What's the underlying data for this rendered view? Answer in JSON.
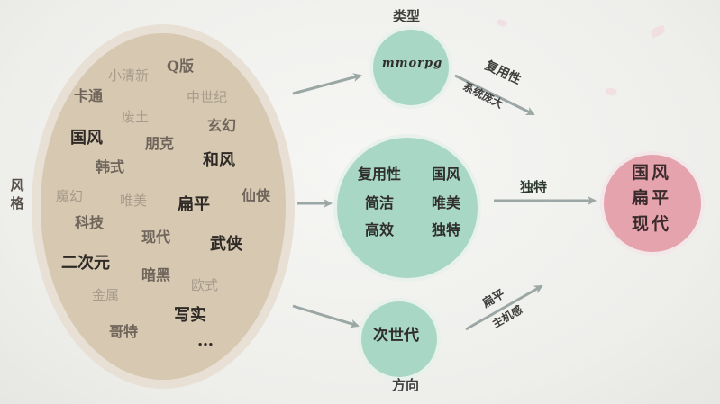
{
  "side_label": {
    "line1": "风",
    "line2": "格"
  },
  "styles": [
    {
      "text": "小清新",
      "tone": "faint"
    },
    {
      "text": "Q版",
      "tone": "mid"
    },
    {
      "text": "卡通",
      "tone": "mid"
    },
    {
      "text": "中世纪",
      "tone": "faint"
    },
    {
      "text": "废土",
      "tone": "faint"
    },
    {
      "text": "玄幻",
      "tone": "mid"
    },
    {
      "text": "国风",
      "tone": "strong"
    },
    {
      "text": "朋克",
      "tone": "mid"
    },
    {
      "text": "韩式",
      "tone": "mid"
    },
    {
      "text": "和风",
      "tone": "strong"
    },
    {
      "text": "魔幻",
      "tone": "faint"
    },
    {
      "text": "唯美",
      "tone": "faint"
    },
    {
      "text": "扁平",
      "tone": "strong"
    },
    {
      "text": "仙侠",
      "tone": "mid"
    },
    {
      "text": "科技",
      "tone": "mid"
    },
    {
      "text": "现代",
      "tone": "mid"
    },
    {
      "text": "武侠",
      "tone": "strong"
    },
    {
      "text": "二次元",
      "tone": "strong"
    },
    {
      "text": "暗黑",
      "tone": "mid"
    },
    {
      "text": "欧式",
      "tone": "faint"
    },
    {
      "text": "金属",
      "tone": "faint"
    },
    {
      "text": "写实",
      "tone": "strong"
    },
    {
      "text": "哥特",
      "tone": "mid"
    },
    {
      "text": "…",
      "tone": "strong"
    }
  ],
  "type_node": {
    "label": "类型",
    "text": "mmorpg"
  },
  "type_arrow": {
    "line1": "复用性",
    "line2": "系统庞大"
  },
  "core_node": {
    "words": [
      "复用性",
      "国风",
      "简洁",
      "唯美",
      "高效",
      "独特"
    ]
  },
  "core_arrow": {
    "label": "独特"
  },
  "result_node": {
    "words": [
      "国风",
      "扁平",
      "现代"
    ]
  },
  "direction_node": {
    "label": "方向",
    "text": "次世代"
  },
  "direction_arrow": {
    "line1": "扁平",
    "line2": "主机感"
  },
  "colors": {
    "ellipse": "#d6c8b1",
    "green_node": "#a9d7c5",
    "pink_node": "#e4a3ad",
    "arrow": "#9aa7a5"
  }
}
